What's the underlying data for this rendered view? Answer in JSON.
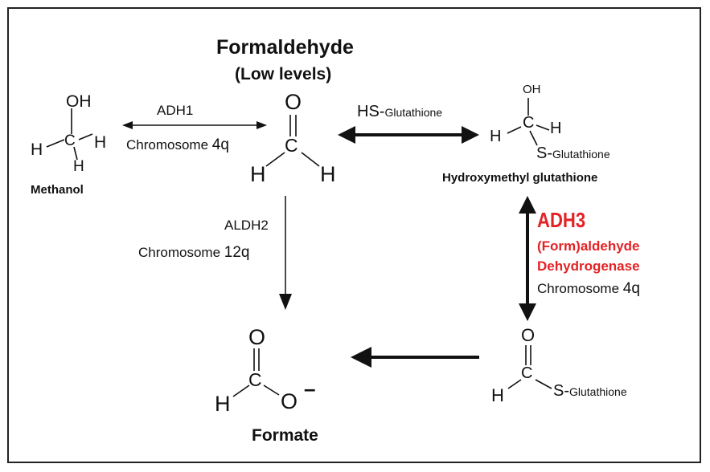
{
  "formaldehyde": {
    "title": "Formaldehyde",
    "subtitle": "(Low levels)"
  },
  "methanol": {
    "name": "Methanol",
    "O": "O",
    "H_on_O": "H",
    "C": "C",
    "H_left": "H",
    "H_right": "H",
    "H_bottom": "H"
  },
  "formaldehyde_struct": {
    "O": "O",
    "C": "C",
    "H_left": "H",
    "H_right": "H"
  },
  "adh1": {
    "enzyme": "ADH1",
    "chromosome_prefix": "Chromosome",
    "chromosome": "4q"
  },
  "hs_glutathione": {
    "hs": "HS-",
    "glutathione": "Glutathione"
  },
  "hydroxymethyl": {
    "name": "Hydroxymethyl glutathione",
    "OH": "OH",
    "C": "C",
    "H_left": "H",
    "H_right": "H",
    "S": "S-",
    "glutathione": "Glutathione"
  },
  "aldh2": {
    "enzyme": "ALDH2",
    "chromosome_prefix": "Chromosome",
    "chromosome": "12q"
  },
  "adh3": {
    "enzyme": "ADH3",
    "line1": "(Form)aldehyde",
    "line2": "Dehydrogenase",
    "chromosome_prefix": "Chromosome",
    "chromosome": "4q"
  },
  "formate": {
    "name": "Formate",
    "O_top": "O",
    "C": "C",
    "H": "H",
    "O_minus": "O",
    "charge": "–"
  },
  "sformyl": {
    "O": "O",
    "C": "C",
    "H": "H",
    "S": "S-",
    "glutathione": "Glutathione"
  },
  "colors": {
    "text": "#111111",
    "accent_red": "#e32226",
    "border": "#222222"
  }
}
